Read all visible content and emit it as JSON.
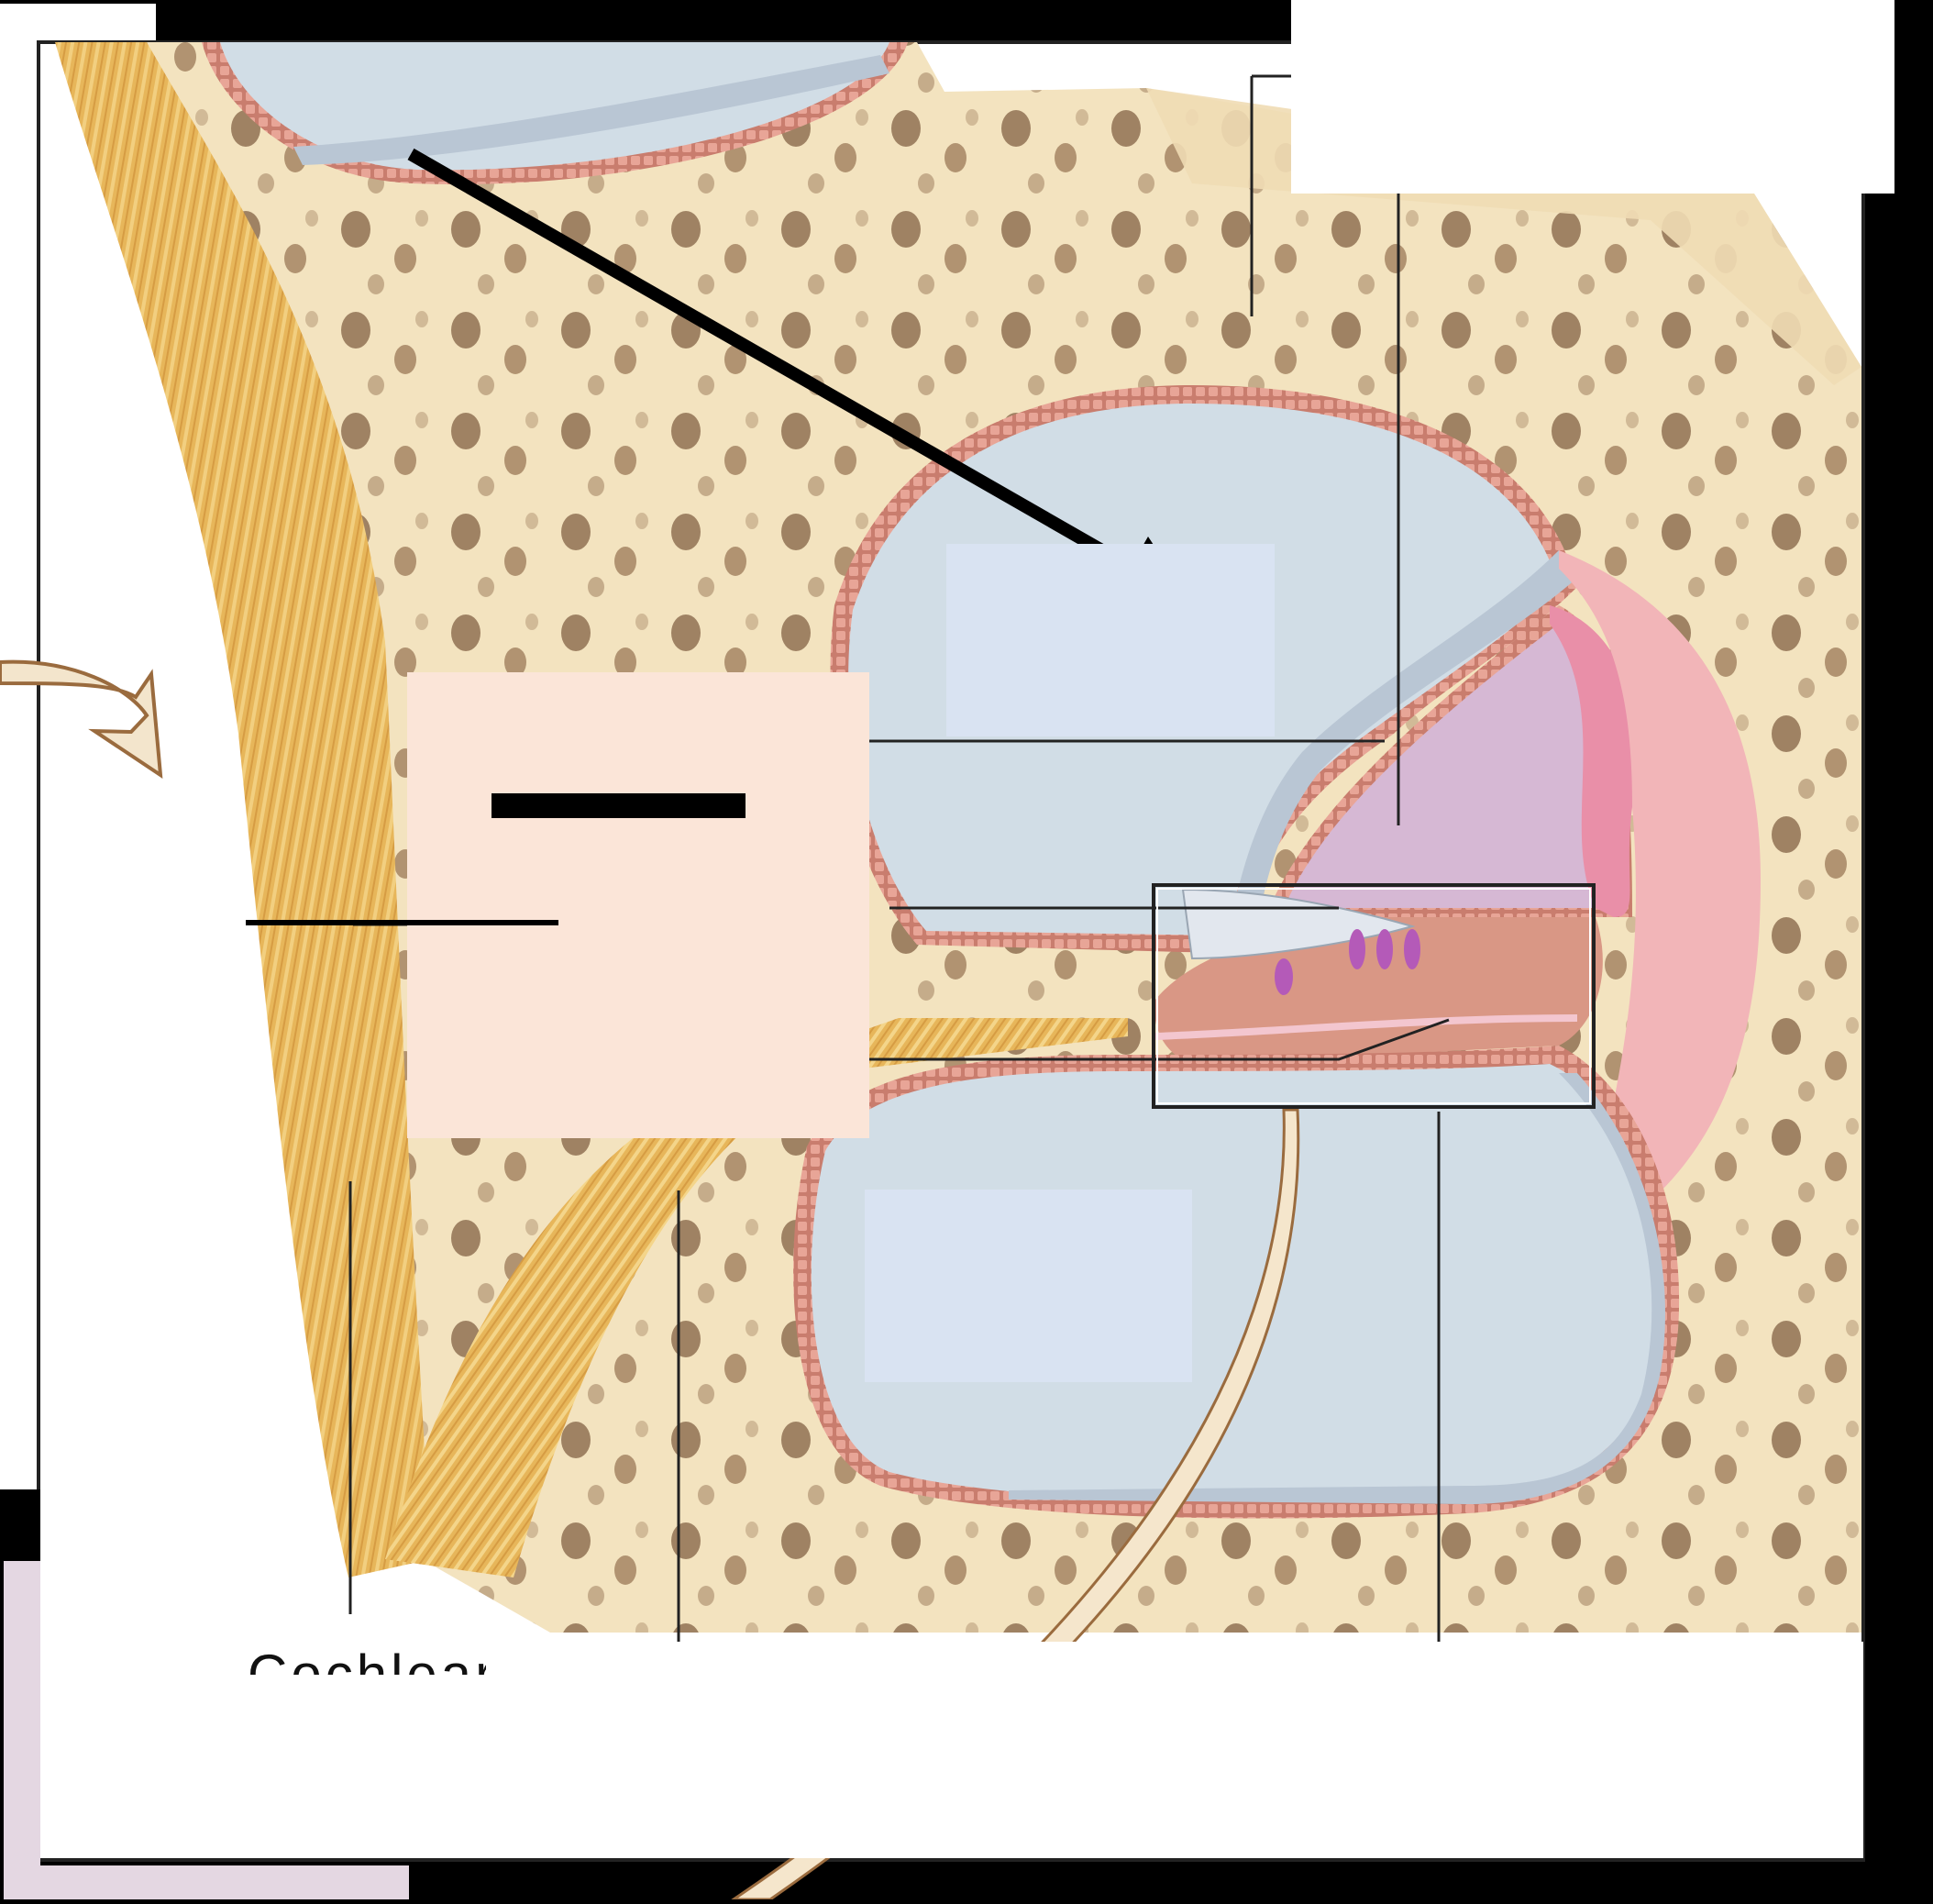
{
  "figure": {
    "subject": "Cross section of the cochlea",
    "colors": {
      "background": "#000000",
      "frame": "#ffffff",
      "bone": "#f3e3bf",
      "bone_pores": "#8a6a4c",
      "fluid_duct": "#d1dde6",
      "membrane": "#b9c6d4",
      "epithelium": "#c97d6e",
      "cochlear_duct": "#d6b8d4",
      "stria_vascularis": "#e98fa8",
      "spiral_ligament": "#f2b5b8",
      "nerve": "#e7b65a",
      "label_mask_peach": "#fbe5d8",
      "label_mask_blue": "#d9e3f2",
      "label_mask_white": "#ffffff",
      "corner_lilac": "#e4d7e2"
    }
  },
  "labels": {
    "cochlear_nerve_partial": "Cochlear"
  },
  "hidden_label_boxes": [
    {
      "id": "top-right-label-box",
      "color": "white"
    },
    {
      "id": "scala-vestibuli-box",
      "color": "blue"
    },
    {
      "id": "scala-tympani-box",
      "color": "blue"
    },
    {
      "id": "left-center-label-box",
      "color": "peach"
    },
    {
      "id": "bottom-caption-box",
      "color": "white"
    }
  ],
  "annotations": {
    "big_arrow": "arrow pointing into upper duct",
    "curved_arrow": "curved arrow from left edge",
    "detail_box": "organ of Corti detail frame"
  }
}
